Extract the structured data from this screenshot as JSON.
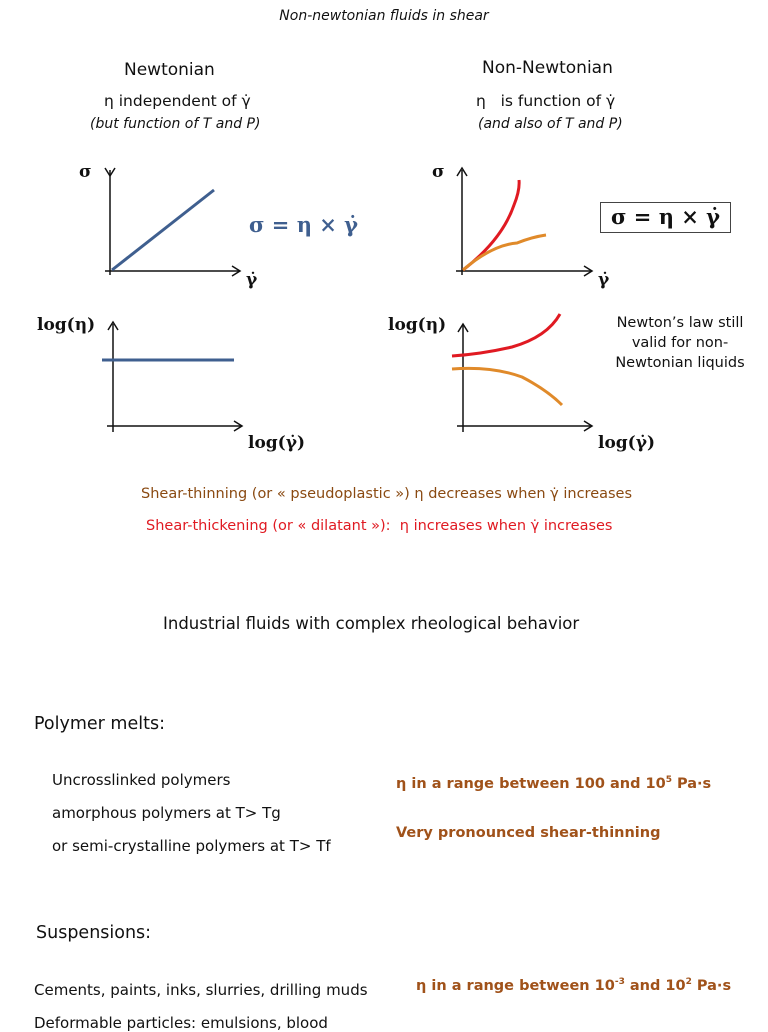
{
  "page_title": "Non-newtonian fluids in shear",
  "newtonian": {
    "heading": "Newtonian",
    "line1": "η independent of γ̇",
    "line2": "(but function of T and P)",
    "equation": "σ = η × γ̇",
    "plot1": {
      "ylabel": "σ",
      "xlabel": "γ̇"
    },
    "plot2": {
      "ylabel": "log(η)",
      "xlabel": "log(γ̇)"
    }
  },
  "non_newtonian": {
    "heading": "Non-Newtonian",
    "line1": "η   is function of γ̇",
    "line2": "(and also of T and P)",
    "equation": "σ = η × γ̇",
    "plot1": {
      "ylabel": "σ",
      "xlabel": "γ̇"
    },
    "plot2": {
      "ylabel": "log(η)",
      "xlabel": "log(γ̇)"
    },
    "note_lines": [
      "Newton’s law still",
      "valid for non-",
      "Newtonian liquids"
    ]
  },
  "definitions": {
    "shear_thinning": "Shear-thinning (or « pseudoplastic ») η decreases when γ̇ increases",
    "shear_thickening": "Shear-thickening (or « dilatant »):  η increases when γ̇ increases"
  },
  "industrial": {
    "heading": "Industrial fluids with complex rheological behavior",
    "polymer_melts": {
      "title": "Polymer melts:",
      "items": [
        "Uncrosslinked polymers",
        "amorphous polymers at T> Tg",
        "or semi-crystalline polymers at T> Tf"
      ],
      "range_prefix": "η in a range between 100 and 10",
      "range_exp": "5",
      "range_suffix": " Pa·s",
      "behavior": "Very pronounced shear-thinning"
    },
    "suspensions": {
      "title": "Suspensions:",
      "items": [
        "Cements, paints, inks, slurries, drilling muds",
        "Deformable particles: emulsions, blood"
      ],
      "range_prefix": "η in a range between 10",
      "range_exp1": "-3",
      "range_mid": " and 10",
      "range_exp2": "2",
      "range_suffix": " Pa·s"
    }
  },
  "colors": {
    "newtonian_line": "#3f5f8f",
    "shear_thickening": "#e01a22",
    "shear_thinning": "#e08a2a",
    "brown_text": "#a0521a",
    "thinning_text": "#8a4a12"
  },
  "chart_data": [
    {
      "type": "line",
      "title": "Newtonian: stress vs shear rate",
      "xlabel": "γ̇",
      "ylabel": "σ",
      "series": [
        {
          "name": "Newtonian",
          "shape": "linear through origin"
        }
      ]
    },
    {
      "type": "line",
      "title": "Newtonian: viscosity vs shear rate (log-log)",
      "xlabel": "log(γ̇)",
      "ylabel": "log(η)",
      "series": [
        {
          "name": "Newtonian",
          "shape": "constant (horizontal)"
        }
      ]
    },
    {
      "type": "line",
      "title": "Non-Newtonian: stress vs shear rate",
      "xlabel": "γ̇",
      "ylabel": "σ",
      "series": [
        {
          "name": "Shear-thickening",
          "color": "#e01a22",
          "shape": "convex, increasing"
        },
        {
          "name": "Shear-thinning",
          "color": "#e08a2a",
          "shape": "concave, increasing"
        }
      ]
    },
    {
      "type": "line",
      "title": "Non-Newtonian: viscosity vs shear rate (log-log)",
      "xlabel": "log(γ̇)",
      "ylabel": "log(η)",
      "series": [
        {
          "name": "Shear-thickening",
          "color": "#e01a22",
          "shape": "increasing"
        },
        {
          "name": "Shear-thinning",
          "color": "#e08a2a",
          "shape": "decreasing"
        }
      ]
    }
  ]
}
